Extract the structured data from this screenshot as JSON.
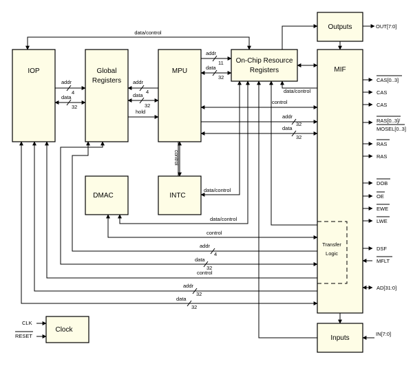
{
  "blocks": {
    "iop": "IOP",
    "global_registers": [
      "Global",
      "Registers"
    ],
    "mpu": "MPU",
    "on_chip": [
      "On-Chip Resource",
      "Registers"
    ],
    "mif": "MIF",
    "outputs": "Outputs",
    "dmac": "DMAC",
    "intc": "INTC",
    "clock": "Clock",
    "inputs": "Inputs",
    "transfer_logic": [
      "Transfer",
      "Logic"
    ]
  },
  "buses": {
    "top_data_control": "data/control",
    "iop_gr_addr": "addr",
    "iop_gr_addr_w": "4",
    "iop_gr_data": "data",
    "iop_gr_data_w": "32",
    "gr_mpu_addr": "addr",
    "gr_mpu_addr_w": "4",
    "gr_mpu_data": "data",
    "gr_mpu_data_w": "32",
    "gr_mpu_hold": "hold",
    "mpu_oc_addr": "addr",
    "mpu_oc_addr_w": "11",
    "mpu_oc_data": "data",
    "mpu_oc_data_w": "32",
    "oc_mif_data_control": "data/control",
    "mpu_mif_control": "control",
    "mpu_mif_addr": "addr",
    "mpu_mif_addr_w": "32",
    "mpu_mif_data": "data",
    "mpu_mif_data_w": "32",
    "mpu_intc_control": "control",
    "intc_data_control": "data/control",
    "dmac_data_control": "data/control",
    "dmac_control": "control",
    "gr_addr": "addr",
    "gr_addr_w": "4",
    "gr_data": "data",
    "gr_data_w": "32",
    "iop_control": "control",
    "iop_addr": "addr",
    "iop_addr_w": "32",
    "iop_data": "data",
    "iop_data_w": "32"
  },
  "pins": {
    "out": "OUT[7:0]",
    "cas_bar": "CAS[0..3]",
    "cas1": "CAS",
    "cas2": "CAS",
    "ras_mosel": [
      "RAS[0..3]/",
      "MOSEL[0..3]"
    ],
    "ras1": "RAS",
    "ras2": "RAS",
    "dob": "DOB",
    "oe": "OE",
    "ewe": "EWE",
    "lwe": "LWE",
    "dsf": "DSF",
    "mflt": "MFLT",
    "ad": "AD[31:0]",
    "in": "IN[7:0]",
    "clk": "CLK",
    "reset": "RESET"
  }
}
